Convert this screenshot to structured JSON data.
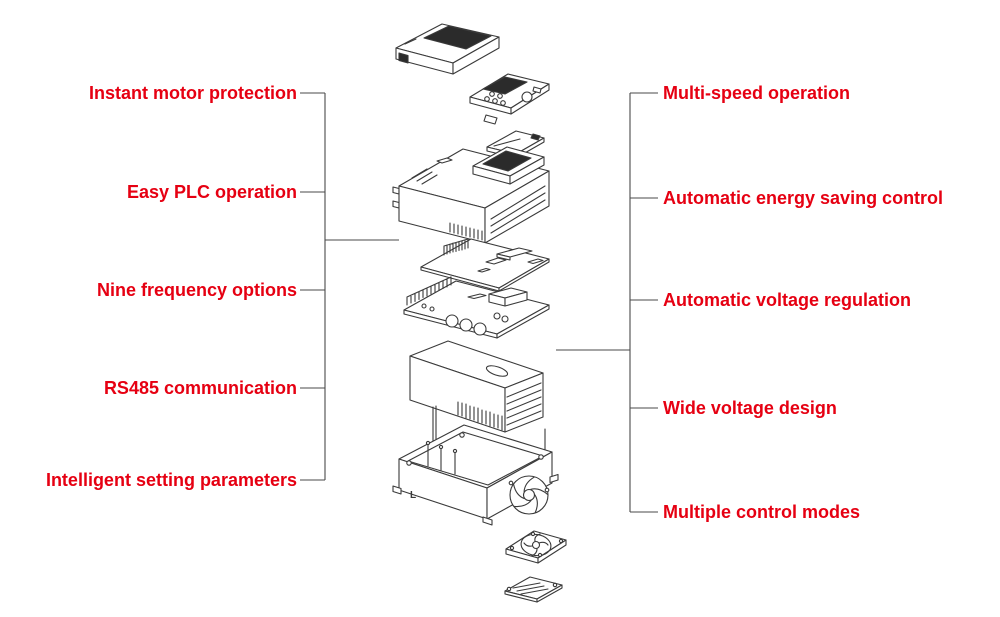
{
  "figure": {
    "type": "exploded-diagram"
  },
  "features": {
    "left": [
      {
        "label": "Instant motor protection"
      },
      {
        "label": "Easy PLC operation"
      },
      {
        "label": "Nine frequency options"
      },
      {
        "label": "RS485 communication"
      },
      {
        "label": "Intelligent setting parameters"
      }
    ],
    "right": [
      {
        "label": "Multi-speed operation"
      },
      {
        "label": "Automatic energy saving control"
      },
      {
        "label": "Automatic voltage regulation"
      },
      {
        "label": "Wide voltage design"
      },
      {
        "label": "Multiple control modes"
      }
    ]
  },
  "annotations": {
    "housing_mark": "L"
  },
  "colors": {
    "label": "#e60012",
    "line": "#4a4a4a",
    "drawing": "#3a3a3a"
  }
}
